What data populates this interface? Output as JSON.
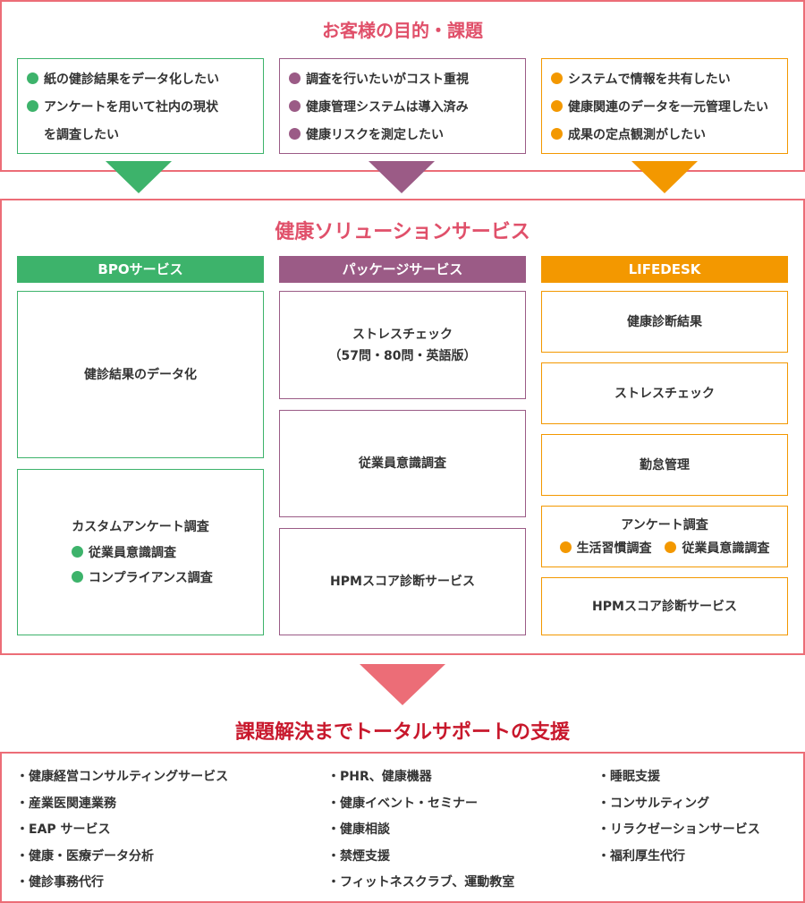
{
  "colors": {
    "frame": "#ec6d77",
    "title": "#e0506a",
    "bottom_title": "#c8182c",
    "green": "#3db36b",
    "purple": "#9b5b86",
    "orange": "#f39800"
  },
  "goals": {
    "title": "お客様の目的・課題",
    "columns": [
      {
        "color": "green",
        "items": [
          {
            "text": "紙の健診結果をデータ化したい",
            "bullet": true
          },
          {
            "text": "アンケートを用いて社内の現状",
            "bullet": true
          },
          {
            "text": "を調査したい",
            "bullet": false
          }
        ]
      },
      {
        "color": "purple",
        "items": [
          {
            "text": "調査を行いたいがコスト重視",
            "bullet": true
          },
          {
            "text": "健康管理システムは導入済み",
            "bullet": true
          },
          {
            "text": "健康リスクを測定したい",
            "bullet": true
          }
        ]
      },
      {
        "color": "orange",
        "items": [
          {
            "text": "システムで情報を共有したい",
            "bullet": true
          },
          {
            "text": "健康関連のデータを一元管理したい",
            "bullet": true
          },
          {
            "text": "成果の定点観測がしたい",
            "bullet": true
          }
        ]
      }
    ]
  },
  "solutions": {
    "title": "健康ソリューションサービス",
    "bpo": {
      "header": "BPOサービス",
      "box1": "健診結果のデータ化",
      "box2_title": "カスタムアンケート調査",
      "box2_items": [
        "従業員意識調査",
        "コンプライアンス調査"
      ]
    },
    "package": {
      "header": "パッケージサービス",
      "box1_line1": "ストレスチェック",
      "box1_line2": "（57問・80問・英語版）",
      "box2": "従業員意識調査",
      "box3": "HPMスコア診断サービス"
    },
    "lifedesk": {
      "header": "LIFEDESK",
      "box1": "健康診断結果",
      "box2": "ストレスチェック",
      "box3": "勤怠管理",
      "box4_title": "アンケート調査",
      "box4_items": [
        "生活習慣調査",
        "従業員意識調査"
      ],
      "box5": "HPMスコア診断サービス"
    }
  },
  "support": {
    "title": "課題解決までトータルサポートの支援",
    "col1": [
      "・健康経営コンサルティングサービス",
      "・産業医関連業務",
      "・EAP サービス",
      "・健康・医療データ分析",
      "・健診事務代行"
    ],
    "col2": [
      "・PHR、健康機器",
      "・健康イベント・セミナー",
      "・健康相談",
      "・禁煙支援",
      "・フィットネスクラブ、運動教室"
    ],
    "col3": [
      "・睡眠支援",
      "・コンサルティング",
      "・リラクゼーションサービス",
      "・福利厚生代行"
    ]
  }
}
